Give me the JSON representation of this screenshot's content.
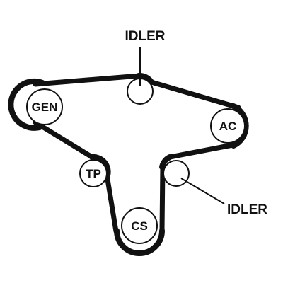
{
  "labels": {
    "idler_top": "IDLER",
    "idler_bottom": "IDLER",
    "generator": "GEN",
    "ac": "AC",
    "tensioner": "TP",
    "crankshaft": "CS"
  },
  "colors": {
    "belt": "#111111",
    "pulley_fill": "#ffffff",
    "pulley_stroke": "#111111",
    "background": "#ffffff"
  }
}
